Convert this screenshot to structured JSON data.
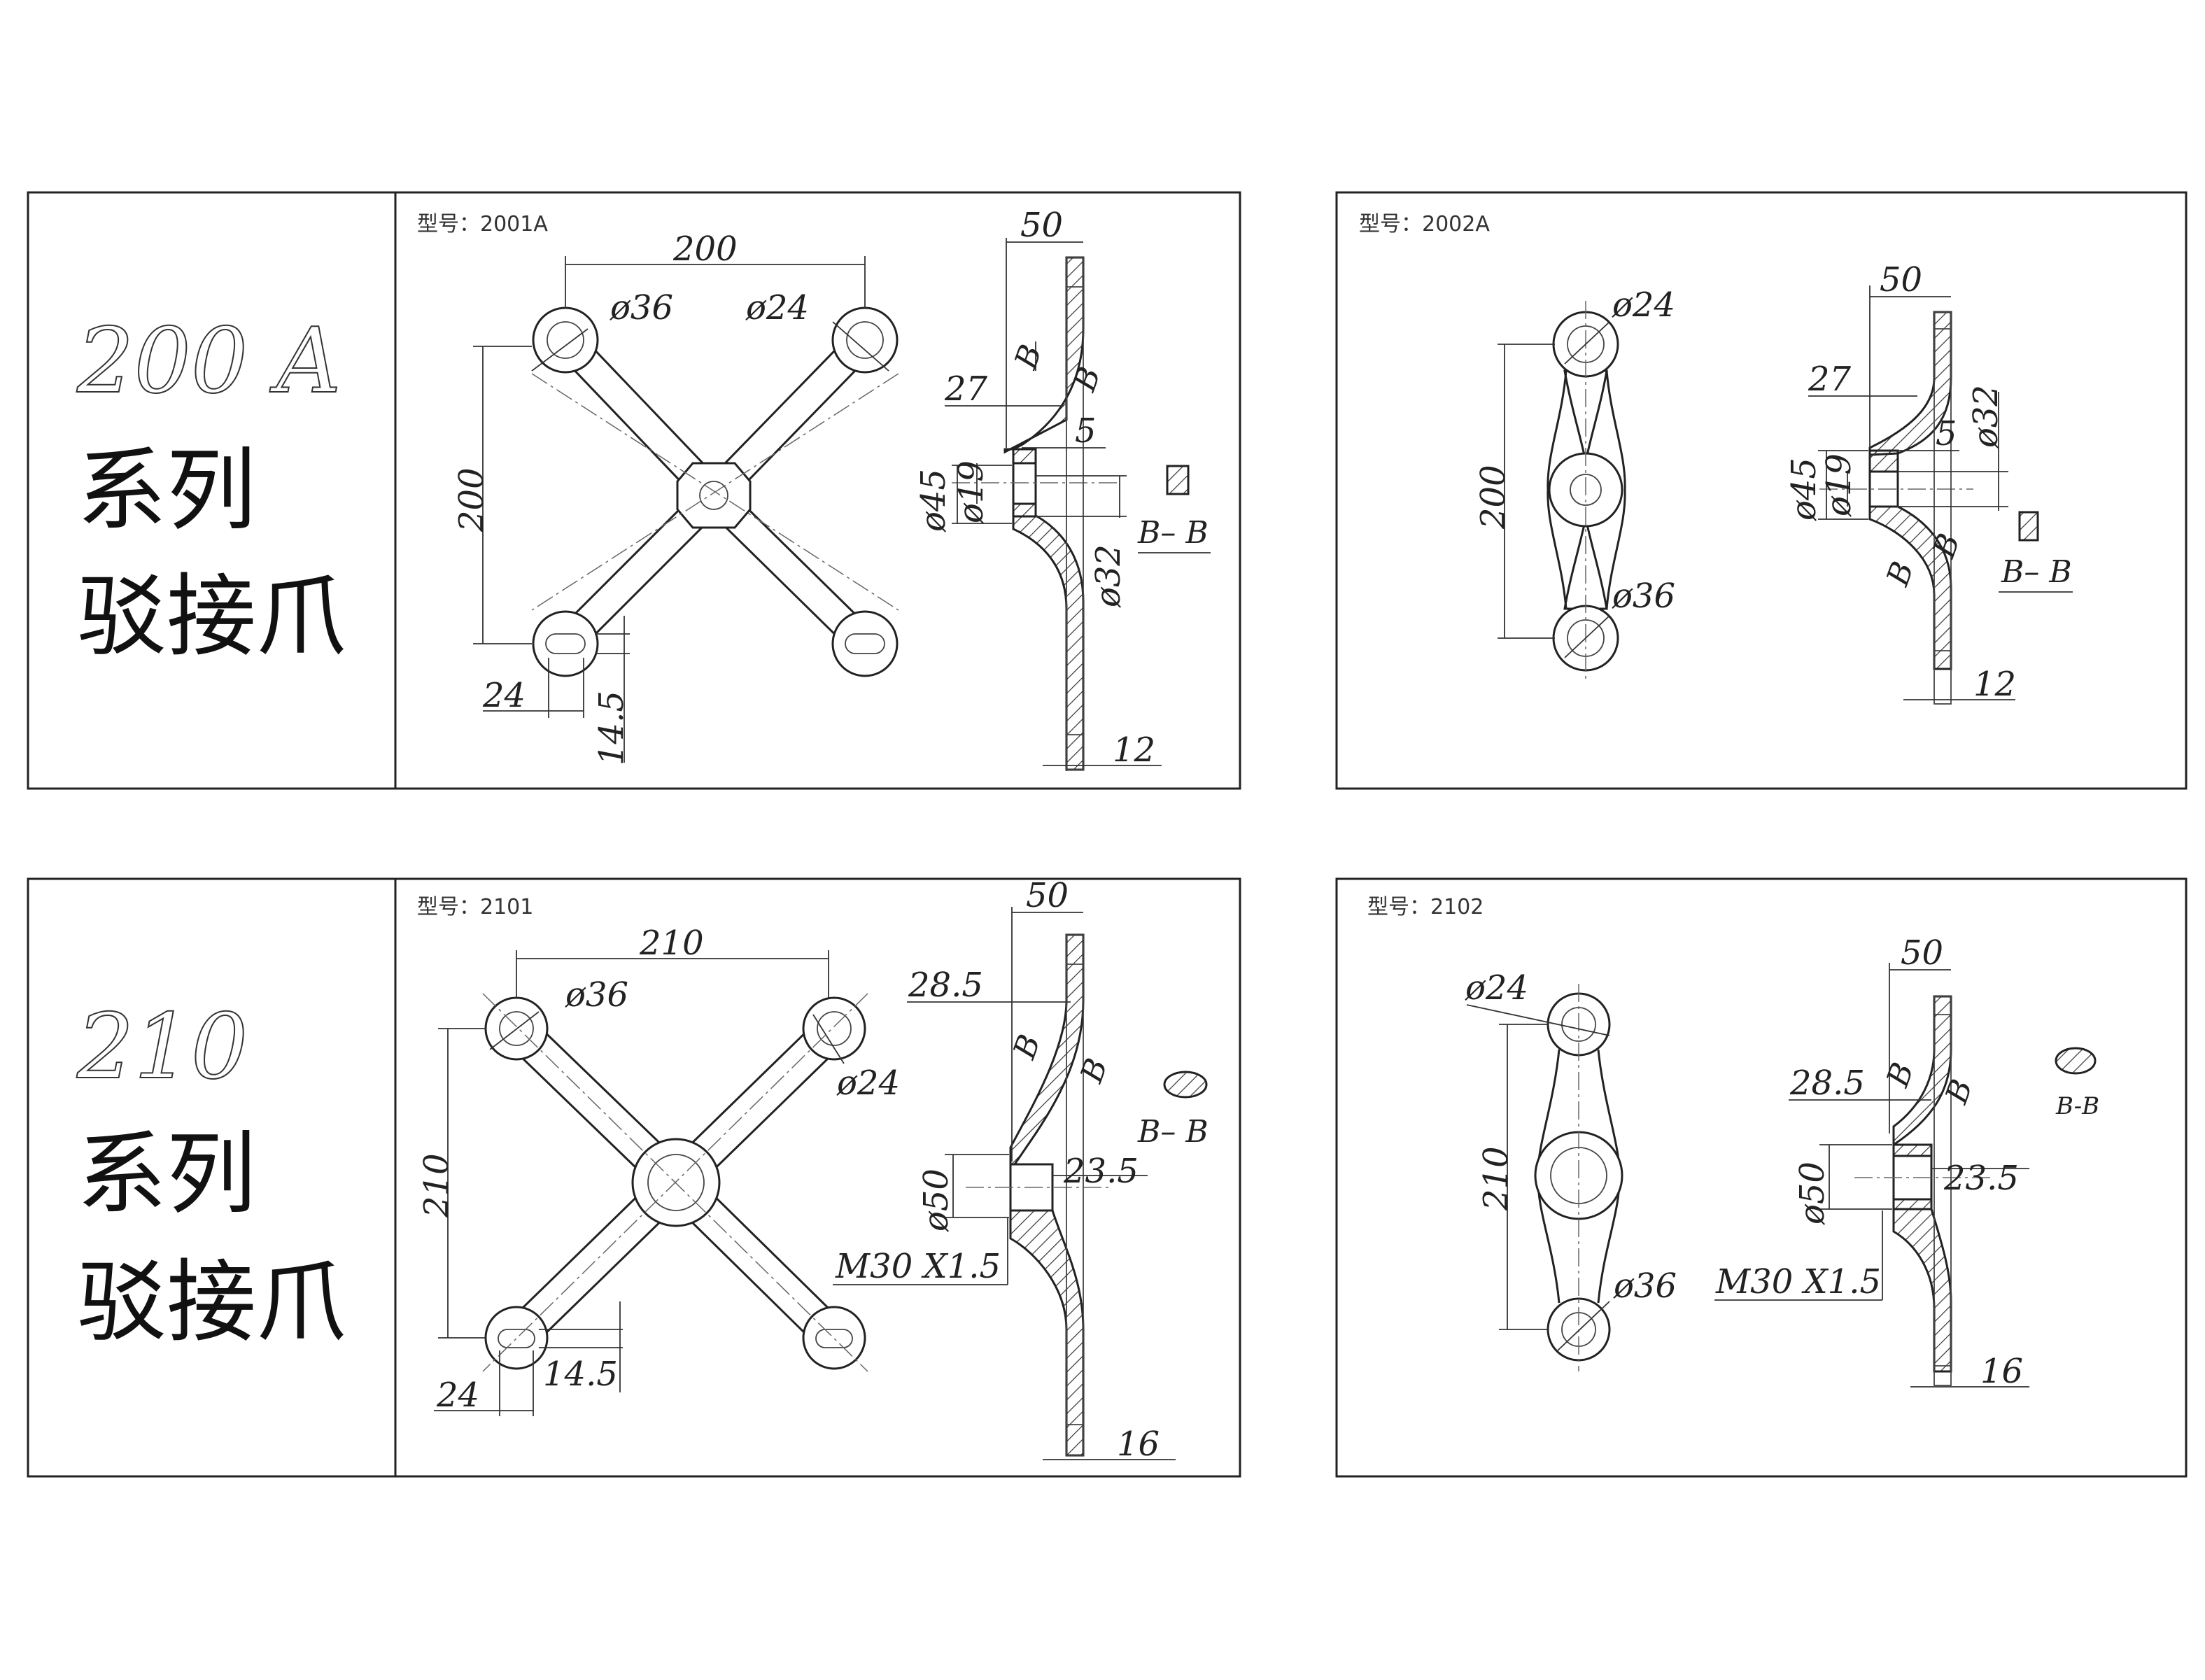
{
  "series": [
    {
      "number": "200 A",
      "line1": "系列",
      "line2": "驳接爪"
    },
    {
      "number": "210",
      "line1": "系列",
      "line2": "驳接爪"
    }
  ],
  "panels": [
    {
      "model": "型号：2001A",
      "plan": {
        "width": "200",
        "height": "200",
        "d_large": "ø36",
        "d_small": "ø24",
        "offset": "24",
        "slot": "14.5"
      },
      "profile": {
        "width": "50",
        "rise": "27",
        "web": "5",
        "d_outer": "ø45",
        "d_bore": "ø19",
        "d_hub": "ø32",
        "thick": "12",
        "sec_mark": "B",
        "sec_label": "B– B"
      }
    },
    {
      "model": "型号：2002A",
      "plan": {
        "height": "200",
        "d_small": "ø24",
        "d_large": "ø36"
      },
      "profile": {
        "width": "50",
        "rise": "27",
        "web": "5",
        "d_hub": "ø32",
        "d_outer": "ø45",
        "d_bore": "ø19",
        "thick": "12",
        "sec_mark": "B",
        "sec_label": "B– B"
      }
    },
    {
      "model": "型号：2101",
      "plan": {
        "width": "210",
        "height": "210",
        "d_large": "ø36",
        "d_small": "ø24",
        "offset": "24",
        "slot": "14.5"
      },
      "profile": {
        "width": "50",
        "rise": "28.5",
        "d_outer": "ø50",
        "depth": "23.5",
        "thread": "M30 X1.5",
        "thick": "16",
        "sec_mark": "B",
        "sec_label": "B– B"
      }
    },
    {
      "model": "型号：2102",
      "plan": {
        "height": "210",
        "d_small": "ø24",
        "d_large": "ø36"
      },
      "profile": {
        "width": "50",
        "rise": "28.5",
        "d_outer": "ø50",
        "depth": "23.5",
        "thread": "M30 X1.5",
        "thick": "16",
        "sec_mark": "B",
        "sec_label": "B-B"
      }
    }
  ]
}
